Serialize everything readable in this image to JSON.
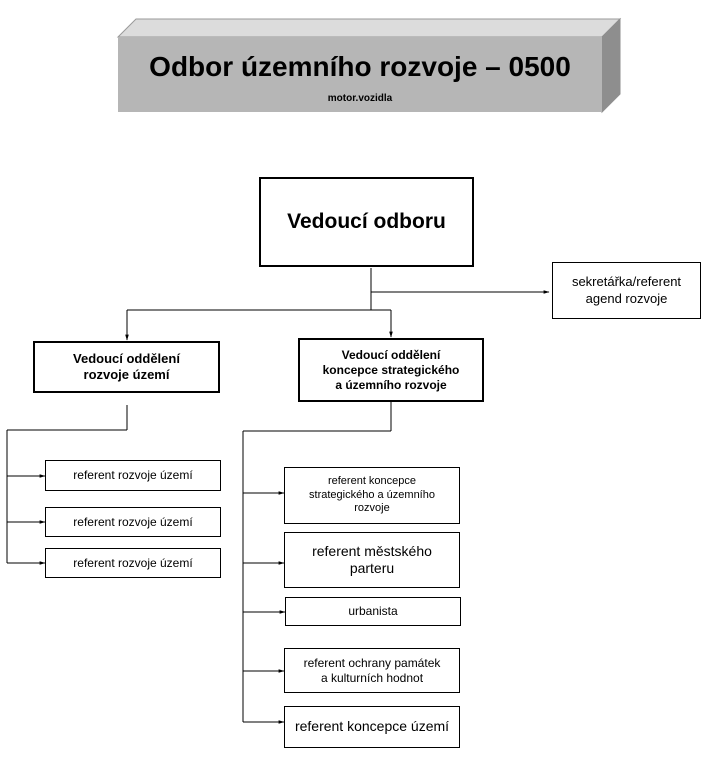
{
  "banner": {
    "title": "Odbor územního rozvoje – 0500",
    "subtitle": "motor.vozidla"
  },
  "head": {
    "label": "Vedoucí odboru"
  },
  "assistant": {
    "line1": "sekretářka/referent",
    "line2": "agend rozvoje"
  },
  "dept_left": {
    "line1": "Vedoucí oddělení",
    "line2": "rozvoje území"
  },
  "dept_right": {
    "line1": "Vedoucí oddělení",
    "line2": "koncepce strategického",
    "line3": "a územního rozvoje"
  },
  "left_staff": [
    {
      "label": "referent rozvoje území"
    },
    {
      "label": "referent rozvoje území"
    },
    {
      "label": "referent rozvoje území"
    }
  ],
  "right_staff": [
    {
      "line1": "referent koncepce",
      "line2": "strategického a územního",
      "line3": "rozvoje"
    },
    {
      "line1": "referent městského",
      "line2": "parteru"
    },
    {
      "line1": "urbanista"
    },
    {
      "line1": "referent ochrany památek",
      "line2": "a kulturních hodnot"
    },
    {
      "line1": "referent koncepce území"
    }
  ],
  "colors": {
    "banner_front": "#b6b6b6",
    "banner_top": "#dcdcdc",
    "banner_side": "#8e8e8e",
    "line": "#000000"
  }
}
